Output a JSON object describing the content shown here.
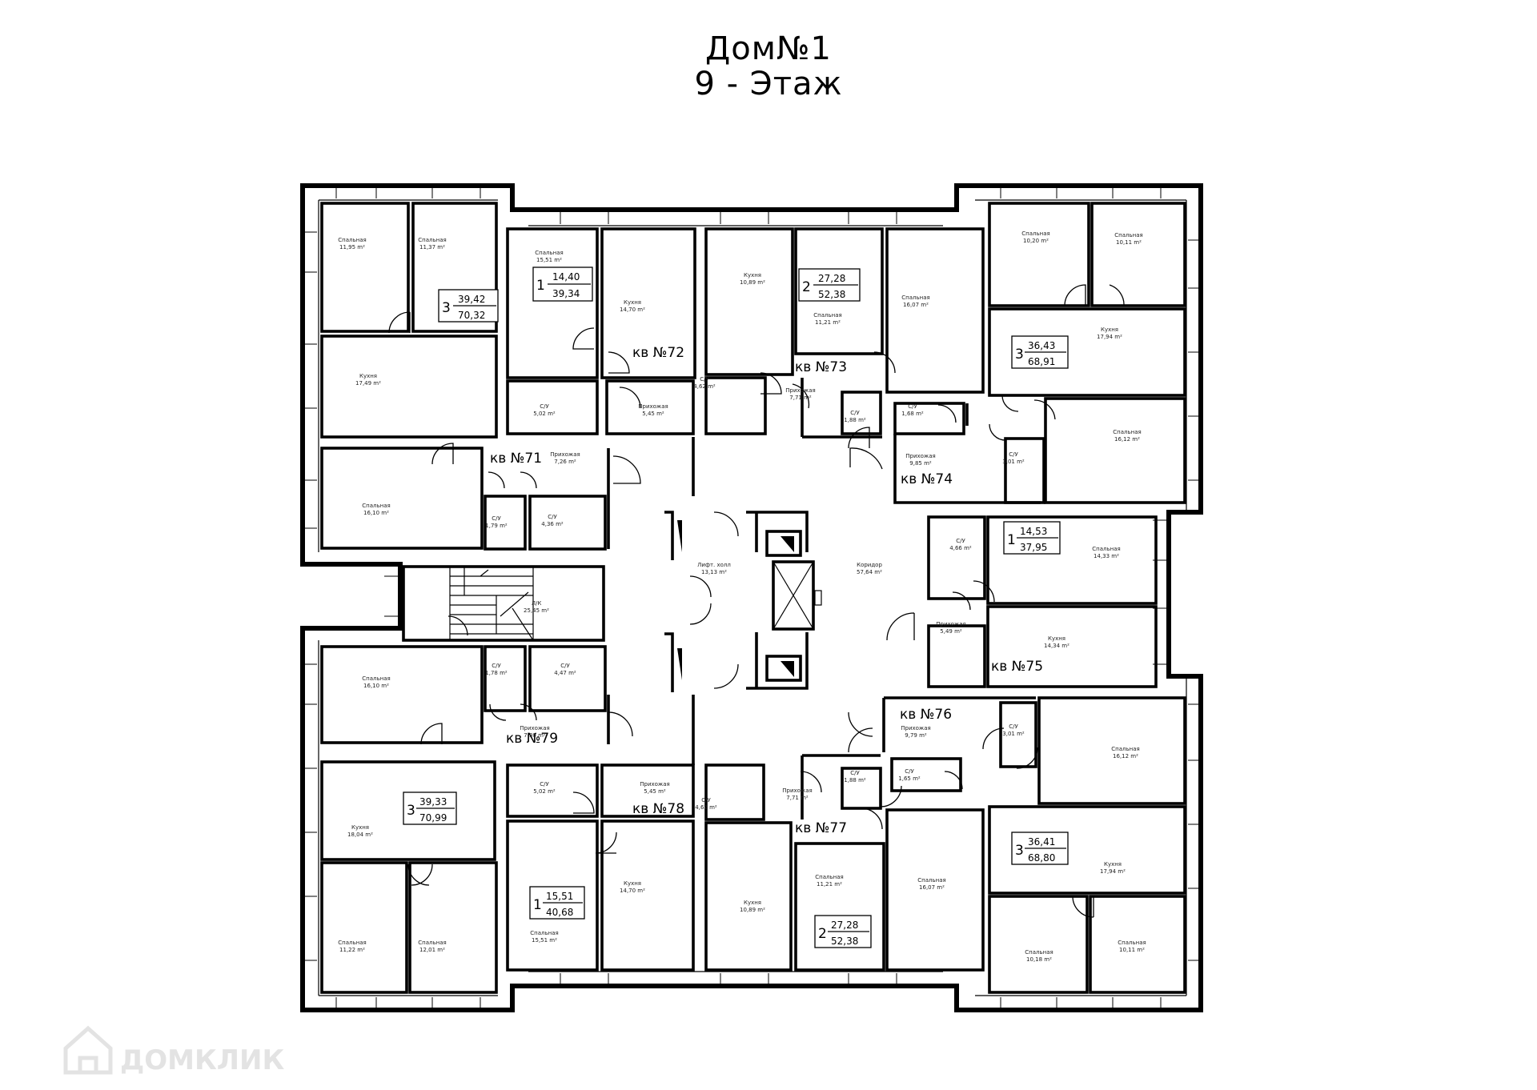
{
  "title": {
    "line1": "Дом№1",
    "line2": "9 - Этаж"
  },
  "watermark": {
    "text": "ДОМКЛИК",
    "icon": "house-logo-icon"
  },
  "apartments": [
    {
      "label": "кв №71"
    },
    {
      "label": "кв №72"
    },
    {
      "label": "кв №73"
    },
    {
      "label": "кв №74"
    },
    {
      "label": "кв №75"
    },
    {
      "label": "кв №76"
    },
    {
      "label": "кв №77"
    },
    {
      "label": "кв №78"
    },
    {
      "label": "кв №79"
    }
  ],
  "badges": [
    {
      "rooms": "3",
      "living": "39,42",
      "total": "70,32"
    },
    {
      "rooms": "1",
      "living": "14,40",
      "total": "39,34"
    },
    {
      "rooms": "2",
      "living": "27,28",
      "total": "52,38"
    },
    {
      "rooms": "3",
      "living": "36,43",
      "total": "68,91"
    },
    {
      "rooms": "1",
      "living": "14,53",
      "total": "37,95"
    },
    {
      "rooms": "3",
      "living": "36,41",
      "total": "68,80"
    },
    {
      "rooms": "2",
      "living": "27,28",
      "total": "52,38"
    },
    {
      "rooms": "1",
      "living": "15,51",
      "total": "40,68"
    },
    {
      "rooms": "3",
      "living": "39,33",
      "total": "70,99"
    }
  ],
  "rooms": [
    {
      "name": "Спальная",
      "area": "11,95 m²"
    },
    {
      "name": "Спальная",
      "area": "11,37 m²"
    },
    {
      "name": "Кухня",
      "area": "17,49 m²"
    },
    {
      "name": "Спальная",
      "area": "16,10 m²"
    },
    {
      "name": "Прихожая",
      "area": "7,26 m²"
    },
    {
      "name": "С/У",
      "area": "1,79 m²"
    },
    {
      "name": "С/У",
      "area": "4,36 m²"
    },
    {
      "name": "Спальная",
      "area": "15,51 m²"
    },
    {
      "name": "Кухня",
      "area": "14,70 m²"
    },
    {
      "name": "С/У",
      "area": "5,02 m²"
    },
    {
      "name": "Прихожая",
      "area": "5,45 m²"
    },
    {
      "name": "Кухня",
      "area": "10,89 m²"
    },
    {
      "name": "Спальная",
      "area": "11,21 m²"
    },
    {
      "name": "Спальная",
      "area": "16,07 m²"
    },
    {
      "name": "С/У",
      "area": "4,62 m²"
    },
    {
      "name": "Прихожая",
      "area": "7,71 m²"
    },
    {
      "name": "С/У",
      "area": "1,88 m²"
    },
    {
      "name": "Спальная",
      "area": "10,20 m²"
    },
    {
      "name": "Спальная",
      "area": "10,11 m²"
    },
    {
      "name": "Кухня",
      "area": "17,94 m²"
    },
    {
      "name": "С/У",
      "area": "1,68 m²"
    },
    {
      "name": "Прихожая",
      "area": "9,85 m²"
    },
    {
      "name": "С/У",
      "area": "3,01 m²"
    },
    {
      "name": "Спальная",
      "area": "16,12 m²"
    },
    {
      "name": "С/У",
      "area": "4,66 m²"
    },
    {
      "name": "Спальная",
      "area": "14,33 m²"
    },
    {
      "name": "Прихожая",
      "area": "5,49 m²"
    },
    {
      "name": "Кухня",
      "area": "14,34 m²"
    },
    {
      "name": "Коридор",
      "area": "57,64 m²"
    },
    {
      "name": "Лифт. холл",
      "area": "13,13 m²"
    },
    {
      "name": "Л/К",
      "area": "25,45 m²"
    },
    {
      "name": "Спальная",
      "area": "16,10 m²"
    },
    {
      "name": "С/У",
      "area": "1,78 m²"
    },
    {
      "name": "С/У",
      "area": "4,47 m²"
    },
    {
      "name": "Прихожая",
      "area": "7,30 m²"
    },
    {
      "name": "Кухня",
      "area": "18,04 m²"
    },
    {
      "name": "Спальная",
      "area": "11,22 m²"
    },
    {
      "name": "Спальная",
      "area": "12,01 m²"
    },
    {
      "name": "С/У",
      "area": "5,02 m²"
    },
    {
      "name": "Прихожая",
      "area": "5,45 m²"
    },
    {
      "name": "Кухня",
      "area": "14,70 m²"
    },
    {
      "name": "Спальная",
      "area": "15,51 m²"
    },
    {
      "name": "С/У",
      "area": "4,62 m²"
    },
    {
      "name": "Прихожая",
      "area": "7,71 m²"
    },
    {
      "name": "С/У",
      "area": "1,88 m²"
    },
    {
      "name": "Кухня",
      "area": "10,89 m²"
    },
    {
      "name": "Спальная",
      "area": "11,21 m²"
    },
    {
      "name": "Спальная",
      "area": "16,07 m²"
    },
    {
      "name": "Прихожая",
      "area": "9,79 m²"
    },
    {
      "name": "С/У",
      "area": "3,01 m²"
    },
    {
      "name": "С/У",
      "area": "1,65 m²"
    },
    {
      "name": "Спальная",
      "area": "16,12 m²"
    },
    {
      "name": "Кухня",
      "area": "17,94 m²"
    },
    {
      "name": "Спальная",
      "area": "10,18 m²"
    },
    {
      "name": "Спальная",
      "area": "10,11 m²"
    }
  ]
}
